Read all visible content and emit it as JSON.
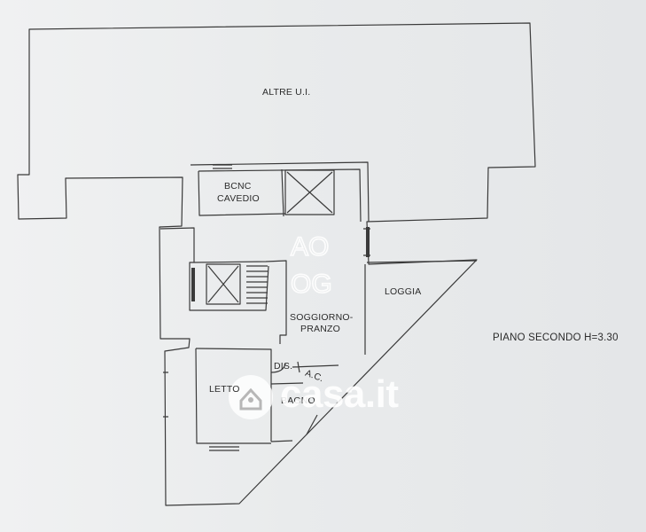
{
  "plan": {
    "rooms": {
      "altre_ui": "ALTRE U.I.",
      "bcnc": "BCNC",
      "cavedio": "CAVEDIO",
      "loggia": "LOGGIA",
      "soggiorno": "SOGGIORNO-",
      "pranzo": "PRANZO",
      "dis": "DIS.",
      "ac": "A.C.",
      "letto": "LETTO",
      "bagno": "BAGNO"
    },
    "floor_label": "PIANO SECONDO H=3.30"
  },
  "watermarks": {
    "agency_letters_top": "AO",
    "agency_letters_bottom": "OG",
    "portal": "casa.it"
  },
  "colors": {
    "line": "#3a3a3a",
    "paper": "#eceeef",
    "watermark": "#ffffff"
  }
}
